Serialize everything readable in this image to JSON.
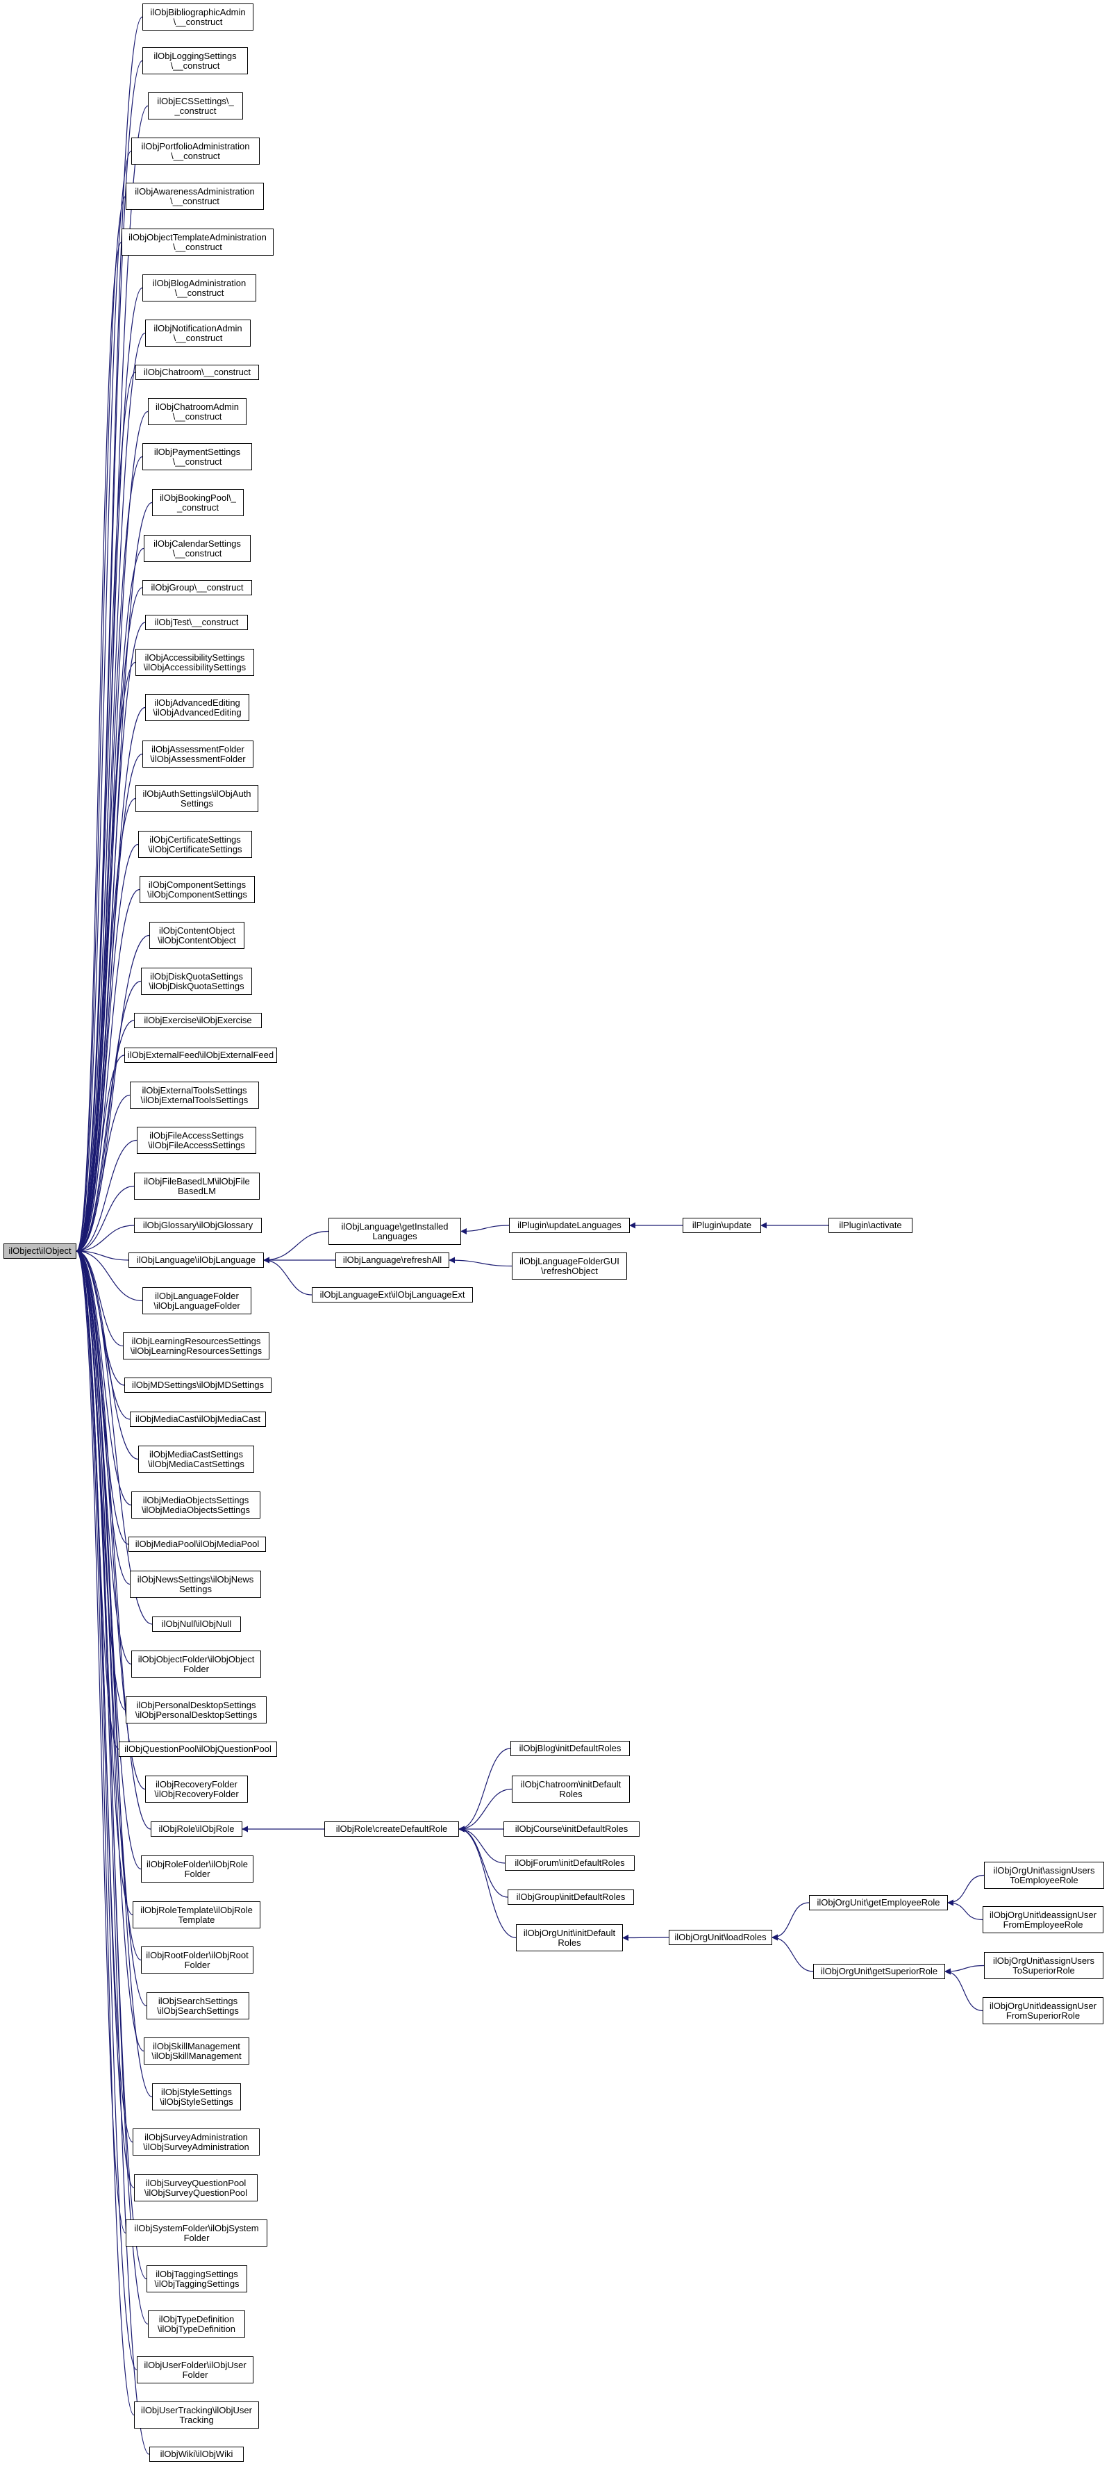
{
  "colors": {
    "edge": "#191970",
    "root_fill": "#bfbfbf",
    "node_fill": "#ffffff",
    "border": "#000000"
  },
  "root": "n_root",
  "nodes": [
    {
      "id": "n_root",
      "lines": [
        "ilObject\\ilObject"
      ]
    },
    {
      "id": "n01",
      "lines": [
        "ilObjBibliographicAdmin",
        "\\__construct"
      ]
    },
    {
      "id": "n02",
      "lines": [
        "ilObjLoggingSettings",
        "\\__construct"
      ]
    },
    {
      "id": "n03",
      "lines": [
        "ilObjECSSettings\\_",
        "_construct"
      ]
    },
    {
      "id": "n04",
      "lines": [
        "ilObjPortfolioAdministration",
        "\\__construct"
      ]
    },
    {
      "id": "n05",
      "lines": [
        "ilObjAwarenessAdministration",
        "\\__construct"
      ]
    },
    {
      "id": "n06",
      "lines": [
        "ilObjObjectTemplateAdministration",
        "\\__construct"
      ]
    },
    {
      "id": "n07",
      "lines": [
        "ilObjBlogAdministration",
        "\\__construct"
      ]
    },
    {
      "id": "n08",
      "lines": [
        "ilObjNotificationAdmin",
        "\\__construct"
      ]
    },
    {
      "id": "n09",
      "lines": [
        "ilObjChatroom\\__construct"
      ]
    },
    {
      "id": "n10",
      "lines": [
        "ilObjChatroomAdmin",
        "\\__construct"
      ]
    },
    {
      "id": "n11",
      "lines": [
        "ilObjPaymentSettings",
        "\\__construct"
      ]
    },
    {
      "id": "n12",
      "lines": [
        "ilObjBookingPool\\_",
        "_construct"
      ]
    },
    {
      "id": "n13",
      "lines": [
        "ilObjCalendarSettings",
        "\\__construct"
      ]
    },
    {
      "id": "n14",
      "lines": [
        "ilObjGroup\\__construct"
      ]
    },
    {
      "id": "n15",
      "lines": [
        "ilObjTest\\__construct"
      ]
    },
    {
      "id": "n16",
      "lines": [
        "ilObjAccessibilitySettings",
        "\\ilObjAccessibilitySettings"
      ]
    },
    {
      "id": "n17",
      "lines": [
        "ilObjAdvancedEditing",
        "\\ilObjAdvancedEditing"
      ]
    },
    {
      "id": "n18",
      "lines": [
        "ilObjAssessmentFolder",
        "\\ilObjAssessmentFolder"
      ]
    },
    {
      "id": "n19",
      "lines": [
        "ilObjAuthSettings\\ilObjAuth",
        "Settings"
      ]
    },
    {
      "id": "n20",
      "lines": [
        "ilObjCertificateSettings",
        "\\ilObjCertificateSettings"
      ]
    },
    {
      "id": "n21",
      "lines": [
        "ilObjComponentSettings",
        "\\ilObjComponentSettings"
      ]
    },
    {
      "id": "n22",
      "lines": [
        "ilObjContentObject",
        "\\ilObjContentObject"
      ]
    },
    {
      "id": "n23",
      "lines": [
        "ilObjDiskQuotaSettings",
        "\\ilObjDiskQuotaSettings"
      ]
    },
    {
      "id": "n24",
      "lines": [
        "ilObjExercise\\ilObjExercise"
      ]
    },
    {
      "id": "n25",
      "lines": [
        "ilObjExternalFeed\\ilObjExternalFeed"
      ]
    },
    {
      "id": "n26",
      "lines": [
        "ilObjExternalToolsSettings",
        "\\ilObjExternalToolsSettings"
      ]
    },
    {
      "id": "n27",
      "lines": [
        "ilObjFileAccessSettings",
        "\\ilObjFileAccessSettings"
      ]
    },
    {
      "id": "n28",
      "lines": [
        "ilObjFileBasedLM\\ilObjFile",
        "BasedLM"
      ]
    },
    {
      "id": "n29",
      "lines": [
        "ilObjGlossary\\ilObjGlossary"
      ]
    },
    {
      "id": "n30",
      "lines": [
        "ilObjLanguage\\ilObjLanguage"
      ]
    },
    {
      "id": "n31",
      "lines": [
        "ilObjLanguageFolder",
        "\\ilObjLanguageFolder"
      ]
    },
    {
      "id": "n32",
      "lines": [
        "ilObjLearningResourcesSettings",
        "\\ilObjLearningResourcesSettings"
      ]
    },
    {
      "id": "n33",
      "lines": [
        "ilObjMDSettings\\ilObjMDSettings"
      ]
    },
    {
      "id": "n34",
      "lines": [
        "ilObjMediaCast\\ilObjMediaCast"
      ]
    },
    {
      "id": "n35",
      "lines": [
        "ilObjMediaCastSettings",
        "\\ilObjMediaCastSettings"
      ]
    },
    {
      "id": "n36",
      "lines": [
        "ilObjMediaObjectsSettings",
        "\\ilObjMediaObjectsSettings"
      ]
    },
    {
      "id": "n37",
      "lines": [
        "ilObjMediaPool\\ilObjMediaPool"
      ]
    },
    {
      "id": "n38",
      "lines": [
        "ilObjNewsSettings\\ilObjNews",
        "Settings"
      ]
    },
    {
      "id": "n39",
      "lines": [
        "ilObjNull\\ilObjNull"
      ]
    },
    {
      "id": "n40",
      "lines": [
        "ilObjObjectFolder\\ilObjObject",
        "Folder"
      ]
    },
    {
      "id": "n41",
      "lines": [
        "ilObjPersonalDesktopSettings",
        "\\ilObjPersonalDesktopSettings"
      ]
    },
    {
      "id": "n42",
      "lines": [
        "ilObjQuestionPool\\ilObjQuestionPool"
      ]
    },
    {
      "id": "n43",
      "lines": [
        "ilObjRecoveryFolder",
        "\\ilObjRecoveryFolder"
      ]
    },
    {
      "id": "n44",
      "lines": [
        "ilObjRole\\ilObjRole"
      ]
    },
    {
      "id": "n45",
      "lines": [
        "ilObjRoleFolder\\ilObjRole",
        "Folder"
      ]
    },
    {
      "id": "n46",
      "lines": [
        "ilObjRoleTemplate\\ilObjRole",
        "Template"
      ]
    },
    {
      "id": "n47",
      "lines": [
        "ilObjRootFolder\\ilObjRoot",
        "Folder"
      ]
    },
    {
      "id": "n48",
      "lines": [
        "ilObjSearchSettings",
        "\\ilObjSearchSettings"
      ]
    },
    {
      "id": "n49",
      "lines": [
        "ilObjSkillManagement",
        "\\ilObjSkillManagement"
      ]
    },
    {
      "id": "n50",
      "lines": [
        "ilObjStyleSettings",
        "\\ilObjStyleSettings"
      ]
    },
    {
      "id": "n51",
      "lines": [
        "ilObjSurveyAdministration",
        "\\ilObjSurveyAdministration"
      ]
    },
    {
      "id": "n52",
      "lines": [
        "ilObjSurveyQuestionPool",
        "\\ilObjSurveyQuestionPool"
      ]
    },
    {
      "id": "n53",
      "lines": [
        "ilObjSystemFolder\\ilObjSystem",
        "Folder"
      ]
    },
    {
      "id": "n54",
      "lines": [
        "ilObjTaggingSettings",
        "\\ilObjTaggingSettings"
      ]
    },
    {
      "id": "n55",
      "lines": [
        "ilObjTypeDefinition",
        "\\ilObjTypeDefinition"
      ]
    },
    {
      "id": "n56",
      "lines": [
        "ilObjUserFolder\\ilObjUser",
        "Folder"
      ]
    },
    {
      "id": "n57",
      "lines": [
        "ilObjUserTracking\\ilObjUser",
        "Tracking"
      ]
    },
    {
      "id": "n58",
      "lines": [
        "ilObjWiki\\ilObjWiki"
      ]
    },
    {
      "id": "l1",
      "lines": [
        "ilObjLanguage\\getInstalled",
        "Languages"
      ]
    },
    {
      "id": "l2",
      "lines": [
        "ilObjLanguage\\refreshAll"
      ]
    },
    {
      "id": "l3",
      "lines": [
        "ilObjLanguageExt\\ilObjLanguageExt"
      ]
    },
    {
      "id": "p1",
      "lines": [
        "ilPlugin\\updateLanguages"
      ]
    },
    {
      "id": "lf",
      "lines": [
        "ilObjLanguageFolderGUI",
        "\\refreshObject"
      ]
    },
    {
      "id": "p2",
      "lines": [
        "ilPlugin\\update"
      ]
    },
    {
      "id": "p3",
      "lines": [
        "ilPlugin\\activate"
      ]
    },
    {
      "id": "r1",
      "lines": [
        "ilObjRole\\createDefaultRole"
      ]
    },
    {
      "id": "r2",
      "lines": [
        "ilObjBlog\\initDefaultRoles"
      ]
    },
    {
      "id": "r3",
      "lines": [
        "ilObjChatroom\\initDefault",
        "Roles"
      ]
    },
    {
      "id": "r4",
      "lines": [
        "ilObjCourse\\initDefaultRoles"
      ]
    },
    {
      "id": "r5",
      "lines": [
        "ilObjForum\\initDefaultRoles"
      ]
    },
    {
      "id": "r6",
      "lines": [
        "ilObjGroup\\initDefaultRoles"
      ]
    },
    {
      "id": "r7",
      "lines": [
        "ilObjOrgUnit\\initDefault",
        "Roles"
      ]
    },
    {
      "id": "o1",
      "lines": [
        "ilObjOrgUnit\\loadRoles"
      ]
    },
    {
      "id": "o2",
      "lines": [
        "ilObjOrgUnit\\getEmployeeRole"
      ]
    },
    {
      "id": "o3",
      "lines": [
        "ilObjOrgUnit\\getSuperiorRole"
      ]
    },
    {
      "id": "o4",
      "lines": [
        "ilObjOrgUnit\\assignUsers",
        "ToEmployeeRole"
      ]
    },
    {
      "id": "o5",
      "lines": [
        "ilObjOrgUnit\\deassignUser",
        "FromEmployeeRole"
      ]
    },
    {
      "id": "o6",
      "lines": [
        "ilObjOrgUnit\\assignUsers",
        "ToSuperiorRole"
      ]
    },
    {
      "id": "o7",
      "lines": [
        "ilObjOrgUnit\\deassignUser",
        "FromSuperiorRole"
      ]
    }
  ],
  "edges": [
    [
      "n01",
      "n_root"
    ],
    [
      "n02",
      "n_root"
    ],
    [
      "n03",
      "n_root"
    ],
    [
      "n04",
      "n_root"
    ],
    [
      "n05",
      "n_root"
    ],
    [
      "n06",
      "n_root"
    ],
    [
      "n07",
      "n_root"
    ],
    [
      "n08",
      "n_root"
    ],
    [
      "n09",
      "n_root"
    ],
    [
      "n10",
      "n_root"
    ],
    [
      "n11",
      "n_root"
    ],
    [
      "n12",
      "n_root"
    ],
    [
      "n13",
      "n_root"
    ],
    [
      "n14",
      "n_root"
    ],
    [
      "n15",
      "n_root"
    ],
    [
      "n16",
      "n_root"
    ],
    [
      "n17",
      "n_root"
    ],
    [
      "n18",
      "n_root"
    ],
    [
      "n19",
      "n_root"
    ],
    [
      "n20",
      "n_root"
    ],
    [
      "n21",
      "n_root"
    ],
    [
      "n22",
      "n_root"
    ],
    [
      "n23",
      "n_root"
    ],
    [
      "n24",
      "n_root"
    ],
    [
      "n25",
      "n_root"
    ],
    [
      "n26",
      "n_root"
    ],
    [
      "n27",
      "n_root"
    ],
    [
      "n28",
      "n_root"
    ],
    [
      "n29",
      "n_root"
    ],
    [
      "n30",
      "n_root"
    ],
    [
      "n31",
      "n_root"
    ],
    [
      "n32",
      "n_root"
    ],
    [
      "n33",
      "n_root"
    ],
    [
      "n34",
      "n_root"
    ],
    [
      "n35",
      "n_root"
    ],
    [
      "n36",
      "n_root"
    ],
    [
      "n37",
      "n_root"
    ],
    [
      "n38",
      "n_root"
    ],
    [
      "n39",
      "n_root"
    ],
    [
      "n40",
      "n_root"
    ],
    [
      "n41",
      "n_root"
    ],
    [
      "n42",
      "n_root"
    ],
    [
      "n43",
      "n_root"
    ],
    [
      "n44",
      "n_root"
    ],
    [
      "n45",
      "n_root"
    ],
    [
      "n46",
      "n_root"
    ],
    [
      "n47",
      "n_root"
    ],
    [
      "n48",
      "n_root"
    ],
    [
      "n49",
      "n_root"
    ],
    [
      "n50",
      "n_root"
    ],
    [
      "n51",
      "n_root"
    ],
    [
      "n52",
      "n_root"
    ],
    [
      "n53",
      "n_root"
    ],
    [
      "n54",
      "n_root"
    ],
    [
      "n55",
      "n_root"
    ],
    [
      "n56",
      "n_root"
    ],
    [
      "n57",
      "n_root"
    ],
    [
      "n58",
      "n_root"
    ],
    [
      "l1",
      "n30"
    ],
    [
      "l2",
      "n30"
    ],
    [
      "l3",
      "n30"
    ],
    [
      "p1",
      "l1"
    ],
    [
      "lf",
      "l2"
    ],
    [
      "p2",
      "p1"
    ],
    [
      "p3",
      "p2"
    ],
    [
      "r1",
      "n44"
    ],
    [
      "r2",
      "r1"
    ],
    [
      "r3",
      "r1"
    ],
    [
      "r4",
      "r1"
    ],
    [
      "r5",
      "r1"
    ],
    [
      "r6",
      "r1"
    ],
    [
      "r7",
      "r1"
    ],
    [
      "o1",
      "r7"
    ],
    [
      "o2",
      "o1"
    ],
    [
      "o3",
      "o1"
    ],
    [
      "o4",
      "o2"
    ],
    [
      "o5",
      "o2"
    ],
    [
      "o6",
      "o3"
    ],
    [
      "o7",
      "o3"
    ]
  ]
}
